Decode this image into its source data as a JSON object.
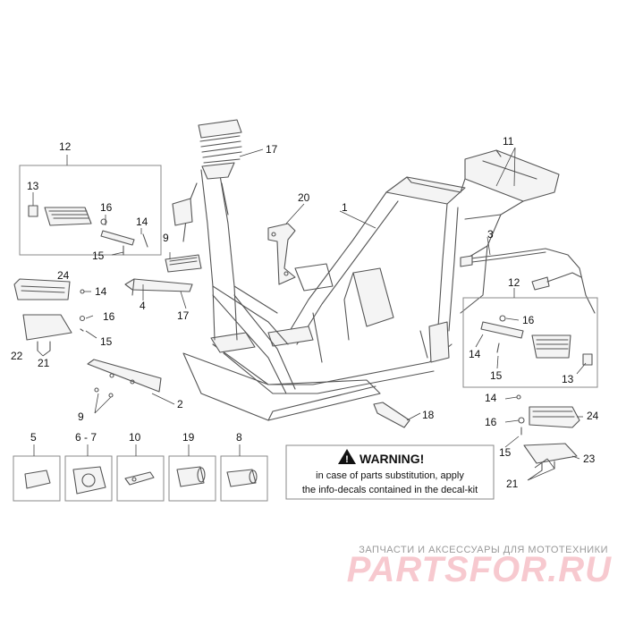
{
  "callouts": [
    {
      "id": "c1",
      "text": "1"
    },
    {
      "id": "c2",
      "text": "2"
    },
    {
      "id": "c3",
      "text": "3"
    },
    {
      "id": "c4",
      "text": "4"
    },
    {
      "id": "c5",
      "text": "5"
    },
    {
      "id": "c6",
      "text": "6 - 7"
    },
    {
      "id": "c8",
      "text": "8"
    },
    {
      "id": "c9a",
      "text": "9"
    },
    {
      "id": "c9b",
      "text": "9"
    },
    {
      "id": "c10",
      "text": "10"
    },
    {
      "id": "c11",
      "text": "11"
    },
    {
      "id": "c12a",
      "text": "12"
    },
    {
      "id": "c12b",
      "text": "12"
    },
    {
      "id": "c13a",
      "text": "13"
    },
    {
      "id": "c13b",
      "text": "13"
    },
    {
      "id": "c14a",
      "text": "14"
    },
    {
      "id": "c14b",
      "text": "14"
    },
    {
      "id": "c14c",
      "text": "14"
    },
    {
      "id": "c14d",
      "text": "14"
    },
    {
      "id": "c15a",
      "text": "15"
    },
    {
      "id": "c15b",
      "text": "15"
    },
    {
      "id": "c15c",
      "text": "15"
    },
    {
      "id": "c15d",
      "text": "15"
    },
    {
      "id": "c16a",
      "text": "16"
    },
    {
      "id": "c16b",
      "text": "16"
    },
    {
      "id": "c16c",
      "text": "16"
    },
    {
      "id": "c16d",
      "text": "16"
    },
    {
      "id": "c17a",
      "text": "17"
    },
    {
      "id": "c17b",
      "text": "17"
    },
    {
      "id": "c18",
      "text": "18"
    },
    {
      "id": "c19",
      "text": "19"
    },
    {
      "id": "c20",
      "text": "20"
    },
    {
      "id": "c21a",
      "text": "21"
    },
    {
      "id": "c21b",
      "text": "21"
    },
    {
      "id": "c22",
      "text": "22"
    },
    {
      "id": "c23",
      "text": "23"
    },
    {
      "id": "c24a",
      "text": "24"
    },
    {
      "id": "c24b",
      "text": "24"
    }
  ],
  "warning": {
    "title": "WARNING!",
    "line1": "in case of parts substitution, apply",
    "line2": "the info-decals contained in the decal-kit"
  },
  "watermark": {
    "tagline": "ЗАПЧАСТИ И АКСЕССУАРЫ ДЛЯ МОТОТЕХНИКИ",
    "logo": "PARTSFOR.RU"
  },
  "colors": {
    "line": "#555555",
    "watermark": "#f7c9cf"
  }
}
